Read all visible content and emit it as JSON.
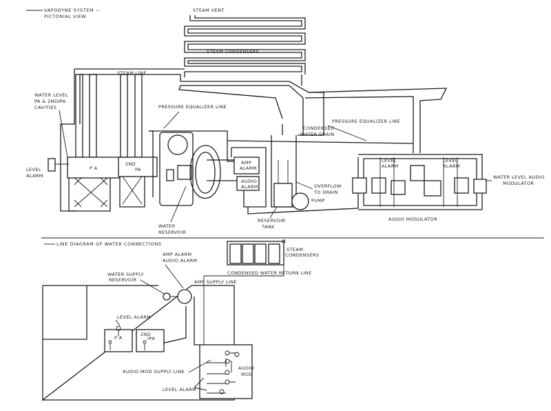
{
  "pictorial": {
    "title_line1": "VAPODYNE SYSTEM —",
    "title_line2": "PICTORIAL VIEW",
    "labels": {
      "steam_vent": "STEAM VENT",
      "steam_condensers": "STEAM CONDENSERS",
      "steam_line": "STEAM LINE",
      "water_level_1": "WATER LEVEL",
      "water_level_2": "PA & 2NDIPA",
      "water_level_3": "CAVITIES",
      "pressure_equalizer_left": "PRESSURE EQUALIZER LINE",
      "pressure_equalizer_right": "PRESSURE EQUALIZER LINE",
      "condensed_1": "CONDENSED",
      "condensed_2": "WATER DRAIN",
      "level_alarm_left_1": "LEVEL",
      "level_alarm_left_2": "ALARM",
      "pa": "P A",
      "second_pa_1": "2ND",
      "second_pa_2": "PA",
      "amp_alarm_1": "AMP",
      "amp_alarm_2": "ALARM",
      "audio_alarm_1": "AUDIO",
      "audio_alarm_2": "ALARM",
      "overflow_1": "OVERFLOW",
      "overflow_2": "TO DRAIN",
      "pump": "PUMP",
      "water_reservoir_1": "WATER",
      "water_reservoir_2": "RESERVOIR",
      "reservoir_tank_1": "RESERVOIR",
      "reservoir_tank_2": "TANK",
      "level_alarm_a_1": "LEVEL",
      "level_alarm_a_2": "ALARM",
      "level_alarm_b_1": "LEVEL",
      "level_alarm_b_2": "ALARM",
      "water_level_audio_1": "WATER LEVEL AUDIO",
      "water_level_audio_2": "MODULATOR",
      "audio_modulator": "AUDIO MODULATOR"
    }
  },
  "line_diagram": {
    "title": "LINE DIAGRAM OF WATER CONNECTIONS",
    "labels": {
      "amp_alarm": "AMP ALARM",
      "audio_alarm": "AUDIO ALARM",
      "steam_1": "STEAM",
      "steam_2": "CONDENSERS",
      "water_supply_1": "WATER SUPPLY",
      "water_supply_2": "RESERVOIR",
      "condensed_return": "CONDENSED WATER RETURN LINE",
      "amp_supply": "AMP SUPPLY LINE",
      "level_alarm": "LEVEL ALARM",
      "pa": "P A",
      "second_pa_1": "2ND",
      "second_pa_2": "IPA",
      "audio_mod_supply": "AUDIO-MOD SUPPLY LINE",
      "audio_mod_1": "AUDIO",
      "audio_mod_2": "MOD",
      "level_alarm_bottom": "LEVEL ALARM"
    }
  }
}
